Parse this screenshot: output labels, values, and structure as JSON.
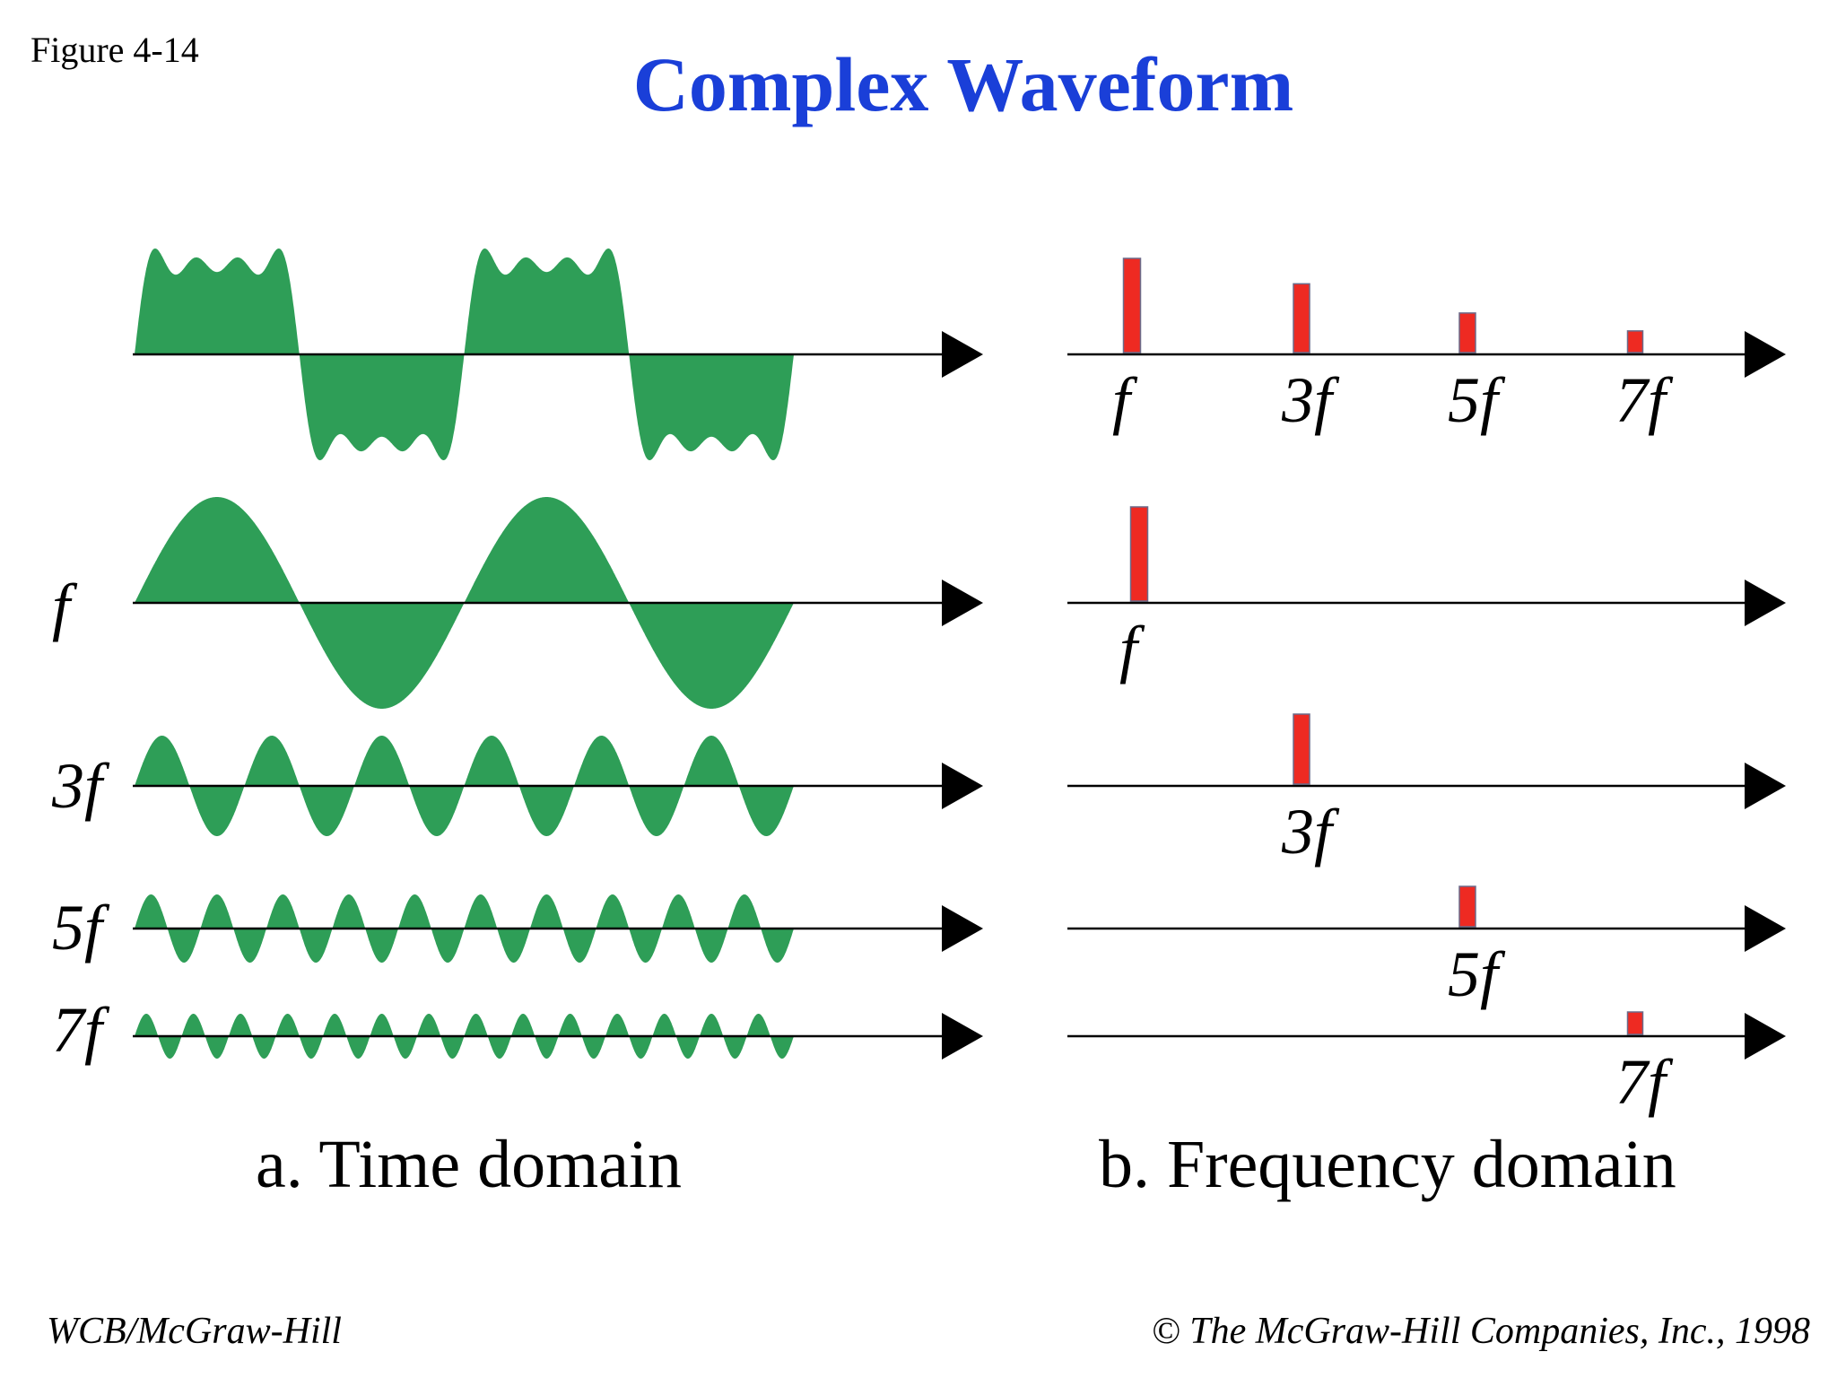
{
  "figure_label": "Figure 4-14",
  "title": "Complex Waveform",
  "colors": {
    "title": "#1a3fd8",
    "wave": "#2e9e57",
    "bar": "#ee2a22",
    "axis": "#000000"
  },
  "time_domain": {
    "caption": "a. Time domain",
    "rows": [
      {
        "label": "",
        "harmonic": 0,
        "cycles": 2
      },
      {
        "label": "f",
        "harmonic": 1,
        "cycles": 2
      },
      {
        "label": "3f",
        "harmonic": 3,
        "cycles": 6
      },
      {
        "label": "5f",
        "harmonic": 5,
        "cycles": 10
      },
      {
        "label": "7f",
        "harmonic": 7,
        "cycles": 14
      }
    ]
  },
  "frequency_domain": {
    "caption": "b. Frequency domain",
    "harmonics": [
      {
        "label": "f",
        "order": 1,
        "relative_amplitude": 1.0
      },
      {
        "label": "3f",
        "order": 3,
        "relative_amplitude": 0.73
      },
      {
        "label": "5f",
        "order": 5,
        "relative_amplitude": 0.42
      },
      {
        "label": "7f",
        "order": 7,
        "relative_amplitude": 0.23
      }
    ],
    "single_rows": [
      {
        "label": "f",
        "order": 1
      },
      {
        "label": "3f",
        "order": 3
      },
      {
        "label": "5f",
        "order": 5
      },
      {
        "label": "7f",
        "order": 7
      }
    ]
  },
  "footer": {
    "publisher": "WCB/McGraw-Hill",
    "copyright_symbol": "©",
    "copyright": "The McGraw-Hill Companies, Inc., 1998"
  }
}
